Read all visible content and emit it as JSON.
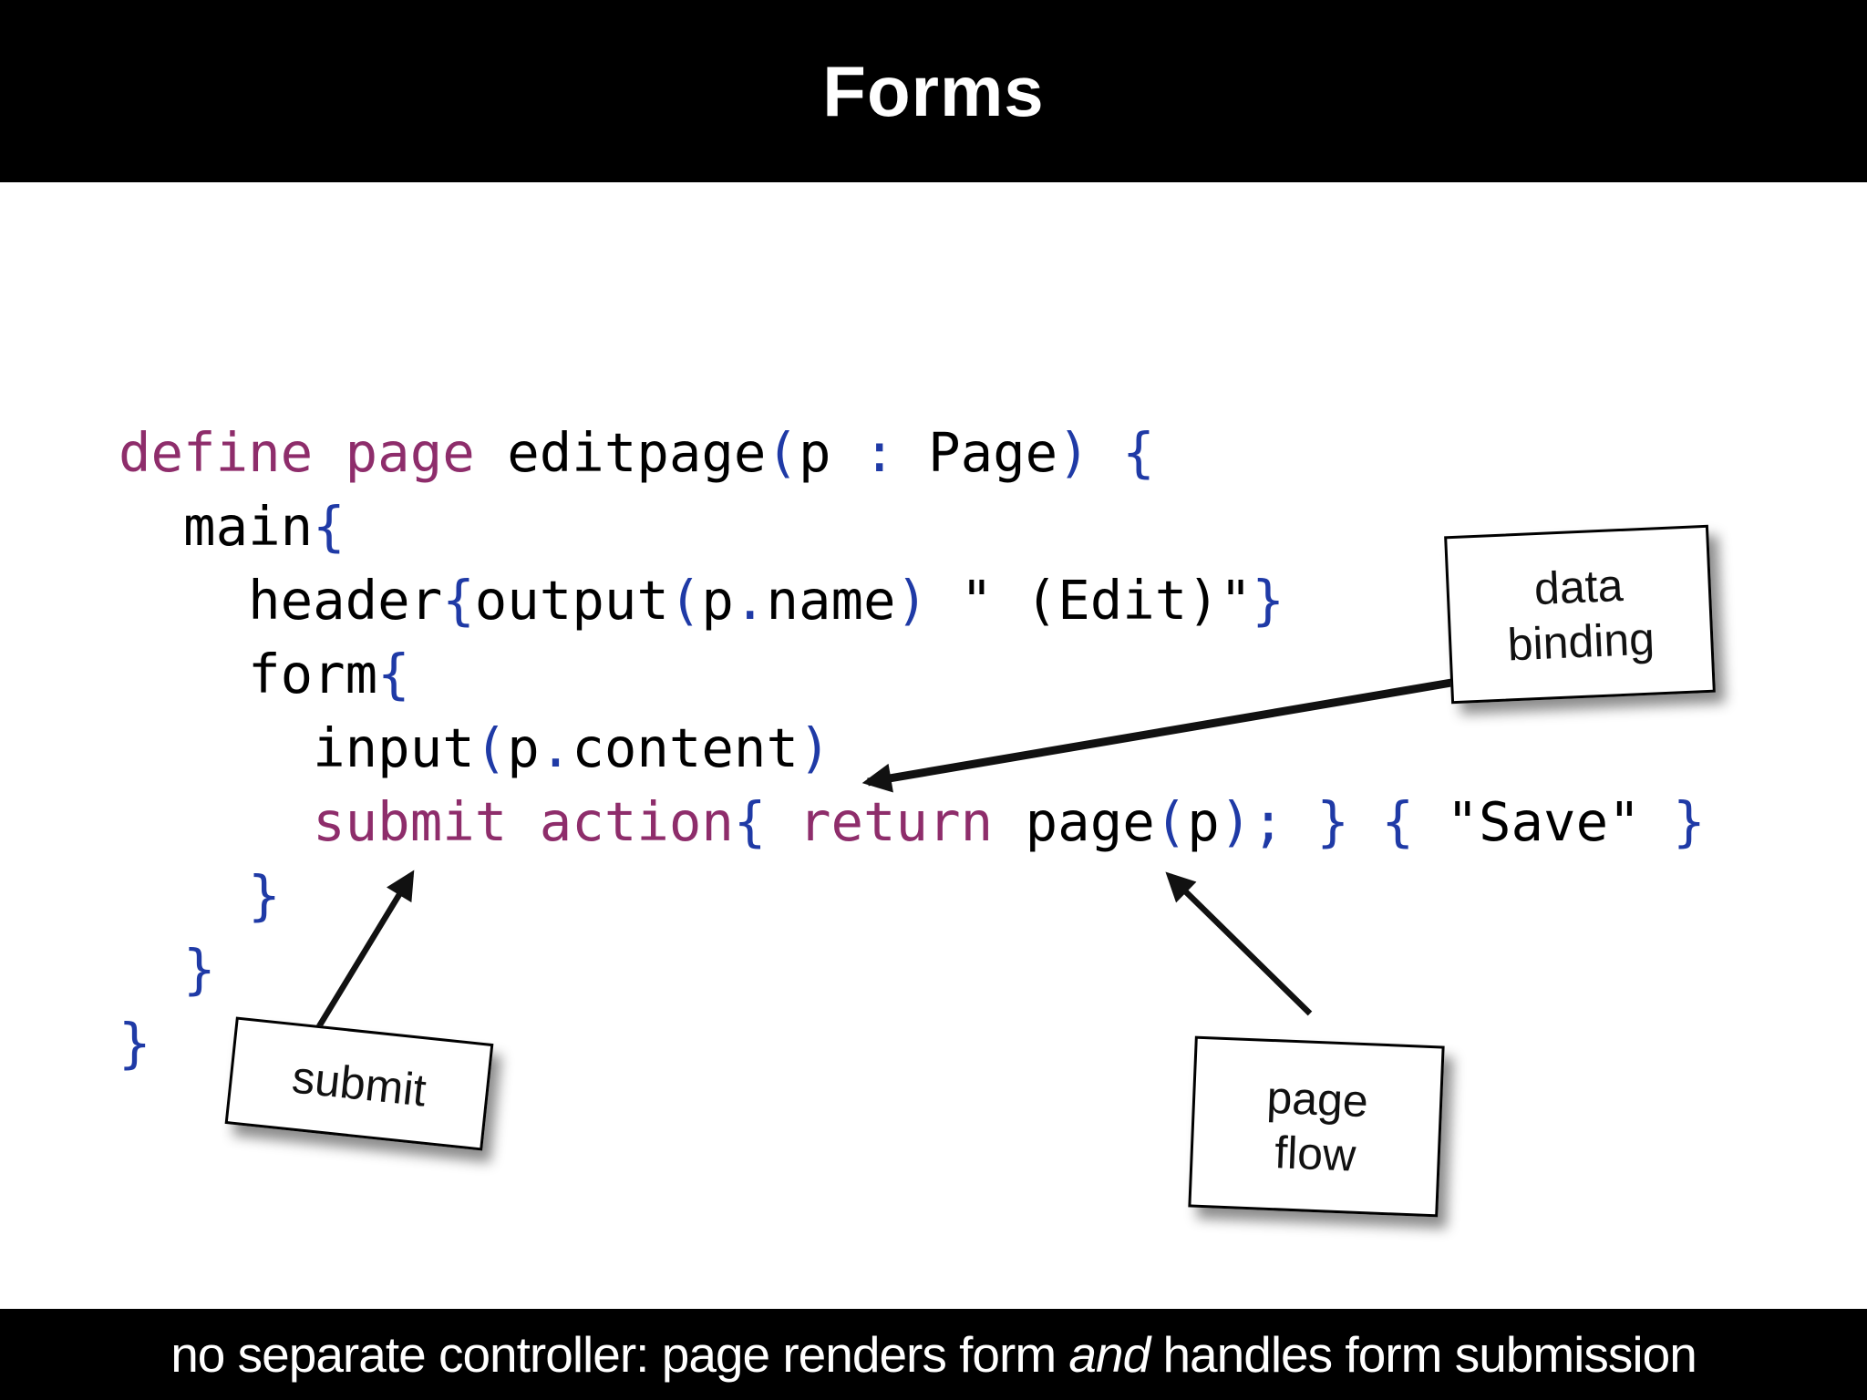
{
  "slide": {
    "background_color": "#ffffff",
    "bar_color": "#000000"
  },
  "header": {
    "title": "Forms",
    "text_color": "#ffffff"
  },
  "code": {
    "colors": {
      "keyword": "#8e2d6b",
      "punctuation": "#1f3aa6",
      "plain": "#000000"
    },
    "lines": [
      [
        {
          "t": "define page",
          "c": "kw"
        },
        {
          "t": " editpage",
          "c": "pl"
        },
        {
          "t": "(",
          "c": "pu"
        },
        {
          "t": "p ",
          "c": "pl"
        },
        {
          "t": ":",
          "c": "pu"
        },
        {
          "t": " Page",
          "c": "pl"
        },
        {
          "t": ")",
          "c": "pu"
        },
        {
          "t": " ",
          "c": "pl"
        },
        {
          "t": "{",
          "c": "pu"
        }
      ],
      [
        {
          "t": "  main",
          "c": "pl"
        },
        {
          "t": "{",
          "c": "pu"
        }
      ],
      [
        {
          "t": "    header",
          "c": "pl"
        },
        {
          "t": "{",
          "c": "pu"
        },
        {
          "t": "output",
          "c": "pl"
        },
        {
          "t": "(",
          "c": "pu"
        },
        {
          "t": "p",
          "c": "pl"
        },
        {
          "t": ".",
          "c": "pu"
        },
        {
          "t": "name",
          "c": "pl"
        },
        {
          "t": ")",
          "c": "pu"
        },
        {
          "t": " \" (Edit)\"",
          "c": "pl"
        },
        {
          "t": "}",
          "c": "pu"
        }
      ],
      [
        {
          "t": "    form",
          "c": "pl"
        },
        {
          "t": "{",
          "c": "pu"
        }
      ],
      [
        {
          "t": "      input",
          "c": "pl"
        },
        {
          "t": "(",
          "c": "pu"
        },
        {
          "t": "p",
          "c": "pl"
        },
        {
          "t": ".",
          "c": "pu"
        },
        {
          "t": "content",
          "c": "pl"
        },
        {
          "t": ")",
          "c": "pu"
        }
      ],
      [
        {
          "t": "      ",
          "c": "pl"
        },
        {
          "t": "submit action",
          "c": "kw"
        },
        {
          "t": "{",
          "c": "pu"
        },
        {
          "t": " ",
          "c": "pl"
        },
        {
          "t": "return",
          "c": "kw"
        },
        {
          "t": " page",
          "c": "pl"
        },
        {
          "t": "(",
          "c": "pu"
        },
        {
          "t": "p",
          "c": "pl"
        },
        {
          "t": ");",
          "c": "pu"
        },
        {
          "t": " ",
          "c": "pl"
        },
        {
          "t": "}",
          "c": "pu"
        },
        {
          "t": " ",
          "c": "pl"
        },
        {
          "t": "{",
          "c": "pu"
        },
        {
          "t": " \"Save\" ",
          "c": "pl"
        },
        {
          "t": "}",
          "c": "pu"
        }
      ],
      [
        {
          "t": "    ",
          "c": "pl"
        },
        {
          "t": "}",
          "c": "pu"
        }
      ],
      [
        {
          "t": "  ",
          "c": "pl"
        },
        {
          "t": "}",
          "c": "pu"
        }
      ],
      [
        {
          "t": "}",
          "c": "pu"
        }
      ]
    ]
  },
  "labels": {
    "data_binding": {
      "line1": "data",
      "line2": "binding"
    },
    "submit": {
      "text": "submit"
    },
    "page_flow": {
      "line1": "page",
      "line2": "flow"
    }
  },
  "footer": {
    "part1": "no separate controller: page renders form ",
    "emphasis": "and",
    "part2": " handles form submission"
  }
}
